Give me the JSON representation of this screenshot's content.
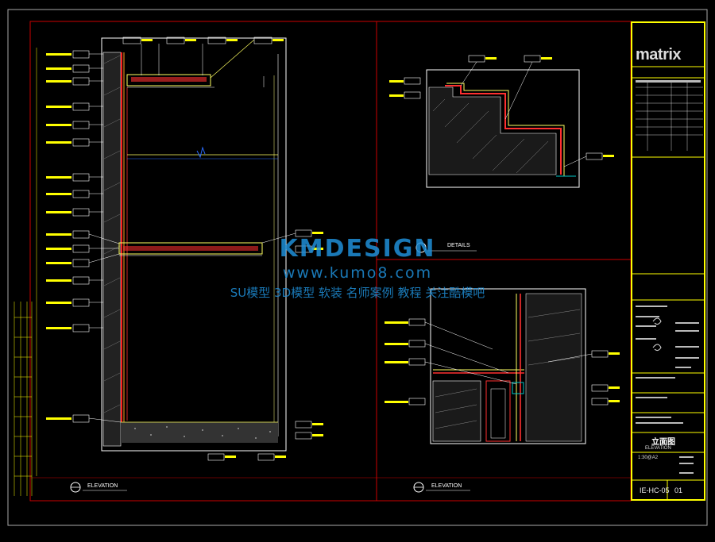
{
  "title_block": {
    "logo": "matrix",
    "drawing_title": "立面图",
    "drawing_subtitle": "ELEVATION",
    "scale": "1:30@A2",
    "drawing_number": "IE-HC-05",
    "sheet": "01"
  },
  "views": {
    "details_label": "DETAILS",
    "elevation_left": "ELEVATION",
    "elevation_right": "ELEVATION"
  },
  "watermark": {
    "brand": "KMDESIGN",
    "url": "www.kumo8.com",
    "tagline": "SU模型 3D模型 软装 名师案例 教程 关注酷模吧"
  },
  "colors": {
    "background": "#000000",
    "border": "#cc0000",
    "frame": "#ffff00",
    "tag": "#ffff00",
    "linework": "#ffffff",
    "dimension": "#00c8c8",
    "watermark": "#1f8fd8"
  }
}
